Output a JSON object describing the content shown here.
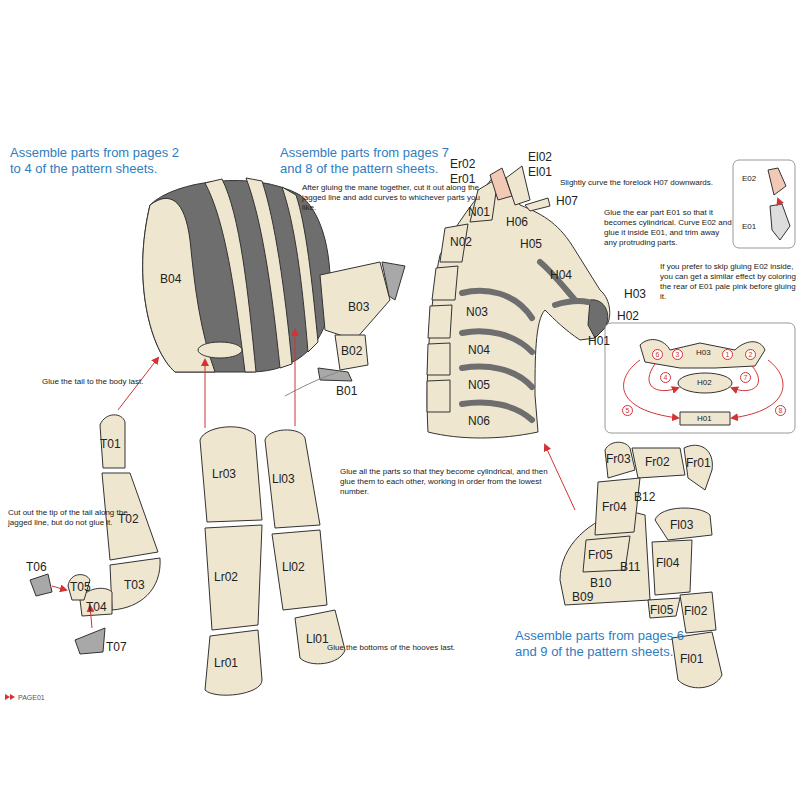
{
  "diagram": {
    "labels": [
      "Assemble parts from pages 2 to 4 of the pattern sheets.",
      "Assemble parts from pages 7 and 8 of the pattern sheets.",
      "After gluing the mane together, cut it out along the jagged line and add curves to whichever parts you like.",
      "Er02",
      "Er01",
      "El02",
      "El01",
      "H07",
      "Slightly curve the forelock H07 downwards.",
      "N01",
      "H06",
      "H05",
      "H04",
      "H03",
      "H02",
      "H01",
      "N02",
      "N03",
      "N04",
      "N05",
      "N06",
      "Glue the ear part E01 so that it becomes cylindrical. Curve E02 and glue it inside E01, and trim away any protruding parts.",
      "If you prefer to skip gluing E02 inside, you can get a similar effect by coloring the rear of E01 pale pink before gluing it.",
      "E02",
      "E01",
      "H03",
      "H02",
      "H01",
      "1",
      "2",
      "3",
      "4",
      "5",
      "6",
      "7",
      "8",
      "B04",
      "B03",
      "B02",
      "B01",
      "Glue the tail to the body last.",
      "T01",
      "T02",
      "T03",
      "T04",
      "T05",
      "T06",
      "T07",
      "Cut out the tip of the tail along the jagged line, but do not glue it.",
      "Lr03",
      "Lr02",
      "Lr01",
      "Ll03",
      "Ll02",
      "Ll01",
      "Glue all the parts so that they become cylindrical, and then glue them to each other, working in order from the lowest number.",
      "Glue the bottoms of the hooves last.",
      "Fr03",
      "Fr02",
      "Fr01",
      "Fr04",
      "B12",
      "Fl03",
      "Fr05",
      "B11",
      "Fl04",
      "B10",
      "B09",
      "Fl05",
      "Fl02",
      "Fl01",
      "Assemble parts from pages 6 and 9 of the pattern sheets.",
      "PAGE01"
    ]
  }
}
